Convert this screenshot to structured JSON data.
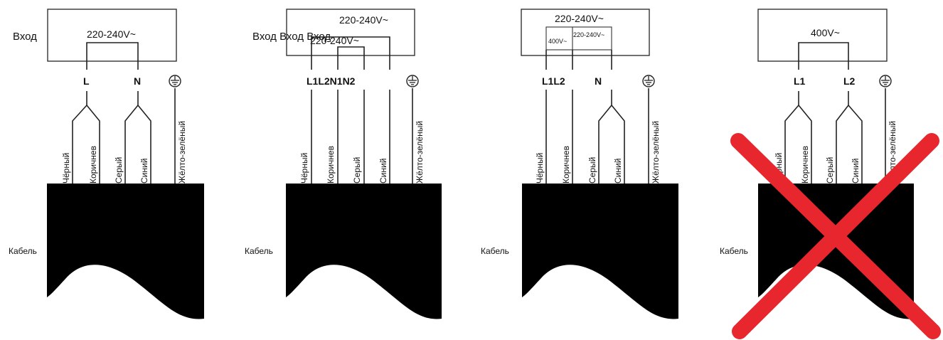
{
  "diagrams": [
    {
      "id": "d1",
      "input_label": "Вход",
      "voltages": [
        "220-240V~"
      ],
      "terminals": [
        "L",
        "N"
      ],
      "wires": [
        "Чёрный",
        "Коричнев",
        "Серый",
        "Синий",
        "Жёлто-зелёный"
      ],
      "cable_label": "Кабель",
      "crossed_out": false
    },
    {
      "id": "d2",
      "input_label": "Вход Вход Вход",
      "voltages": [
        "220-240V~",
        "220-240V~"
      ],
      "terminals": [
        "L1L2N1N2"
      ],
      "wires": [
        "Чёрный",
        "Коричнев",
        "Серый",
        "Синий",
        "Жёлто-зелёный"
      ],
      "cable_label": "Кабель",
      "crossed_out": false
    },
    {
      "id": "d3",
      "input_label": "",
      "voltages": [
        "220-240V~",
        "400V~",
        "220-240V~"
      ],
      "terminals": [
        "L1L2",
        "N"
      ],
      "wires": [
        "Чёрный",
        "Коричнев",
        "Серый",
        "Синий",
        "Жёлто-зелёный"
      ],
      "cable_label": "Кабель",
      "crossed_out": false
    },
    {
      "id": "d4",
      "input_label": "",
      "voltages": [
        "400V~"
      ],
      "terminals": [
        "L1",
        "L2"
      ],
      "wires": [
        "Чёрный",
        "Коричнев",
        "Серый",
        "Синий",
        "Жёлто-зелёный"
      ],
      "cable_label": "Кабель",
      "crossed_out": true
    }
  ],
  "colors": {
    "line": "#222222",
    "cable": "#000000",
    "cross": "#e8262d"
  },
  "icons": {
    "ground": "ground-symbol-icon"
  }
}
